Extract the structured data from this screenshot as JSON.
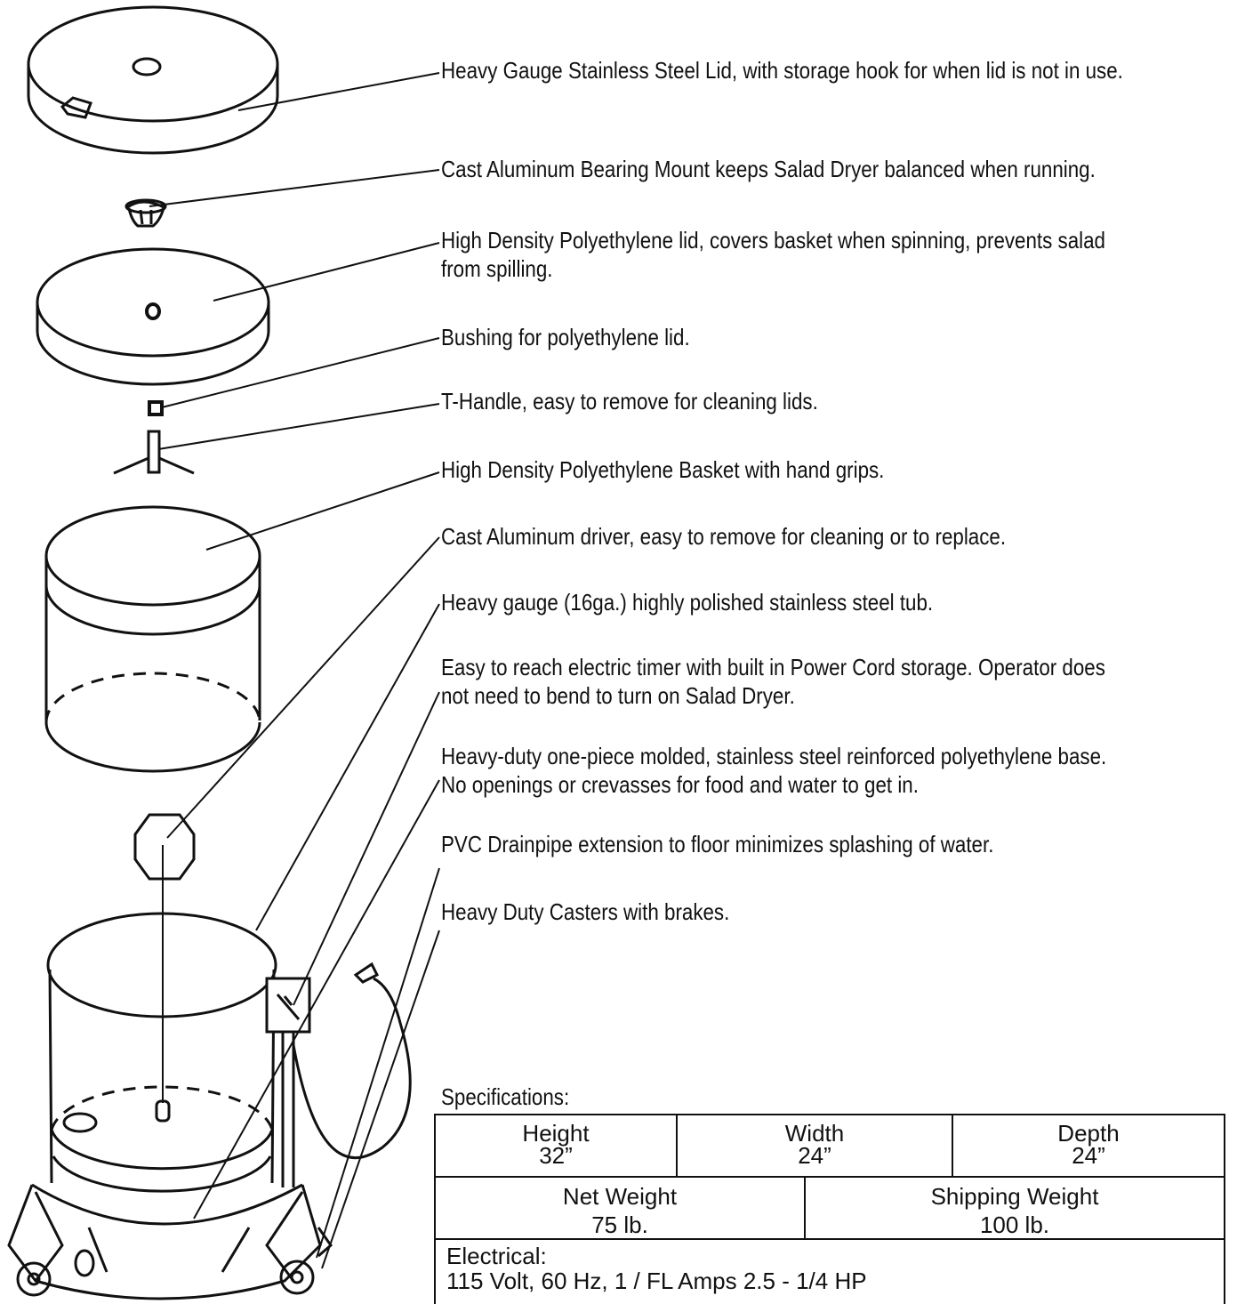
{
  "callouts": [
    "Heavy Gauge Stainless Steel Lid, with storage hook for when lid is not in use.",
    "Cast Aluminum Bearing Mount keeps Salad Dryer balanced when running.",
    "High Density Polyethylene lid, covers basket when spinning, prevents salad from spilling.",
    "Bushing for polyethylene lid.",
    "T-Handle, easy to remove for cleaning lids.",
    "High Density Polyethylene Basket with hand grips.",
    "Cast Aluminum driver, easy to remove for cleaning or to replace.",
    "Heavy gauge (16ga.) highly polished stainless steel tub.",
    "Easy to reach electric timer with built in Power Cord storage. Operator does not need to bend to turn on Salad Dryer.",
    "Heavy-duty one-piece molded, stainless steel reinforced polyethylene base. No openings or crevasses for food and water to get in.",
    "PVC Drainpipe extension to floor minimizes splashing of water.",
    "Heavy Duty Casters with brakes."
  ],
  "specifications": {
    "title": "Specifications:",
    "height_label": "Height",
    "height_value": "32”",
    "width_label": "Width",
    "width_value": "24”",
    "depth_label": "Depth",
    "depth_value": "24”",
    "net_weight_label": "Net Weight",
    "net_weight_value": "75 lb.",
    "shipping_weight_label": "Shipping Weight",
    "shipping_weight_value": "100 lb.",
    "electrical_label": "Electrical:",
    "electrical_value": "115 Volt, 60 Hz, 1 / FL Amps 2.5 - 1/4 HP"
  }
}
